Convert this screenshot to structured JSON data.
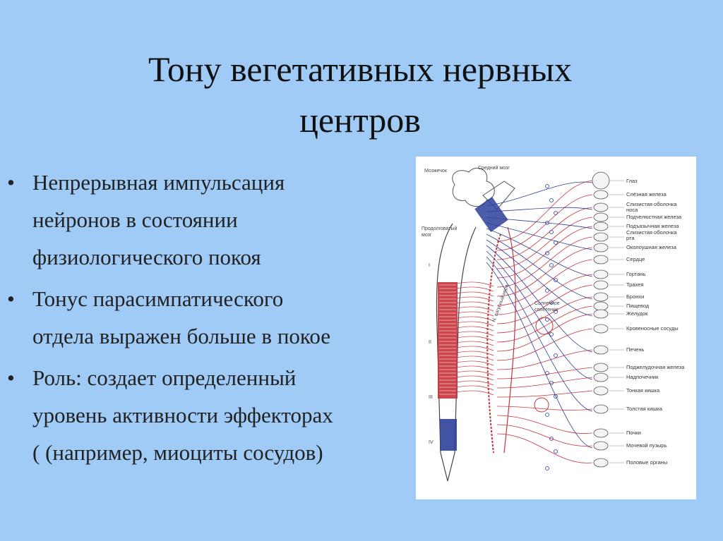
{
  "slide": {
    "title_line1": "Тону вегетативных нервных",
    "title_line2": "центров",
    "bullets": [
      "Непрерывная импульсация\nнейронов в состоянии\nфизиологического покоя",
      "Тонус парасимпатического\nотдела выражен больше в покое",
      "Роль: создает определенный\nуровень активности эффекторах\n( (например, миоциты сосудов)"
    ],
    "bullet_glyph": "•"
  },
  "diagram": {
    "labels_left": {
      "cerebellum": "Мозжечок",
      "midbrain": "Средний мозг",
      "medulla1": "Продолговатый",
      "medulla2": "мозг",
      "plexus1": "Солнечное",
      "plexus2": "сплетение",
      "vagus": "N. вагусный нерв",
      "roman1": "I",
      "roman2": "II",
      "roman3": "III",
      "roman4": "IV"
    },
    "organs": [
      "Глаз",
      "Слёзная железа",
      "Слизистая оболочка",
      "носа",
      "Подчелюстная железа",
      "Подъязычная железа",
      "Слизистая оболочка",
      "рта",
      "Околоушная железа",
      "Сердце",
      "Гортань",
      "Трахея",
      "Бронхи",
      "Пищевод",
      "Желудок",
      "Кровеносные сосуды",
      "Печень",
      "Поджелудочная железа",
      "Надпочечник",
      "Тонкая кишка",
      "Толстая кишка",
      "Почки",
      "Мочевой пузырь",
      "Половые органы"
    ],
    "colors": {
      "sympathetic": "#c8323a",
      "parasympathetic": "#2e3f9a",
      "background": "#9fcbf6"
    }
  }
}
